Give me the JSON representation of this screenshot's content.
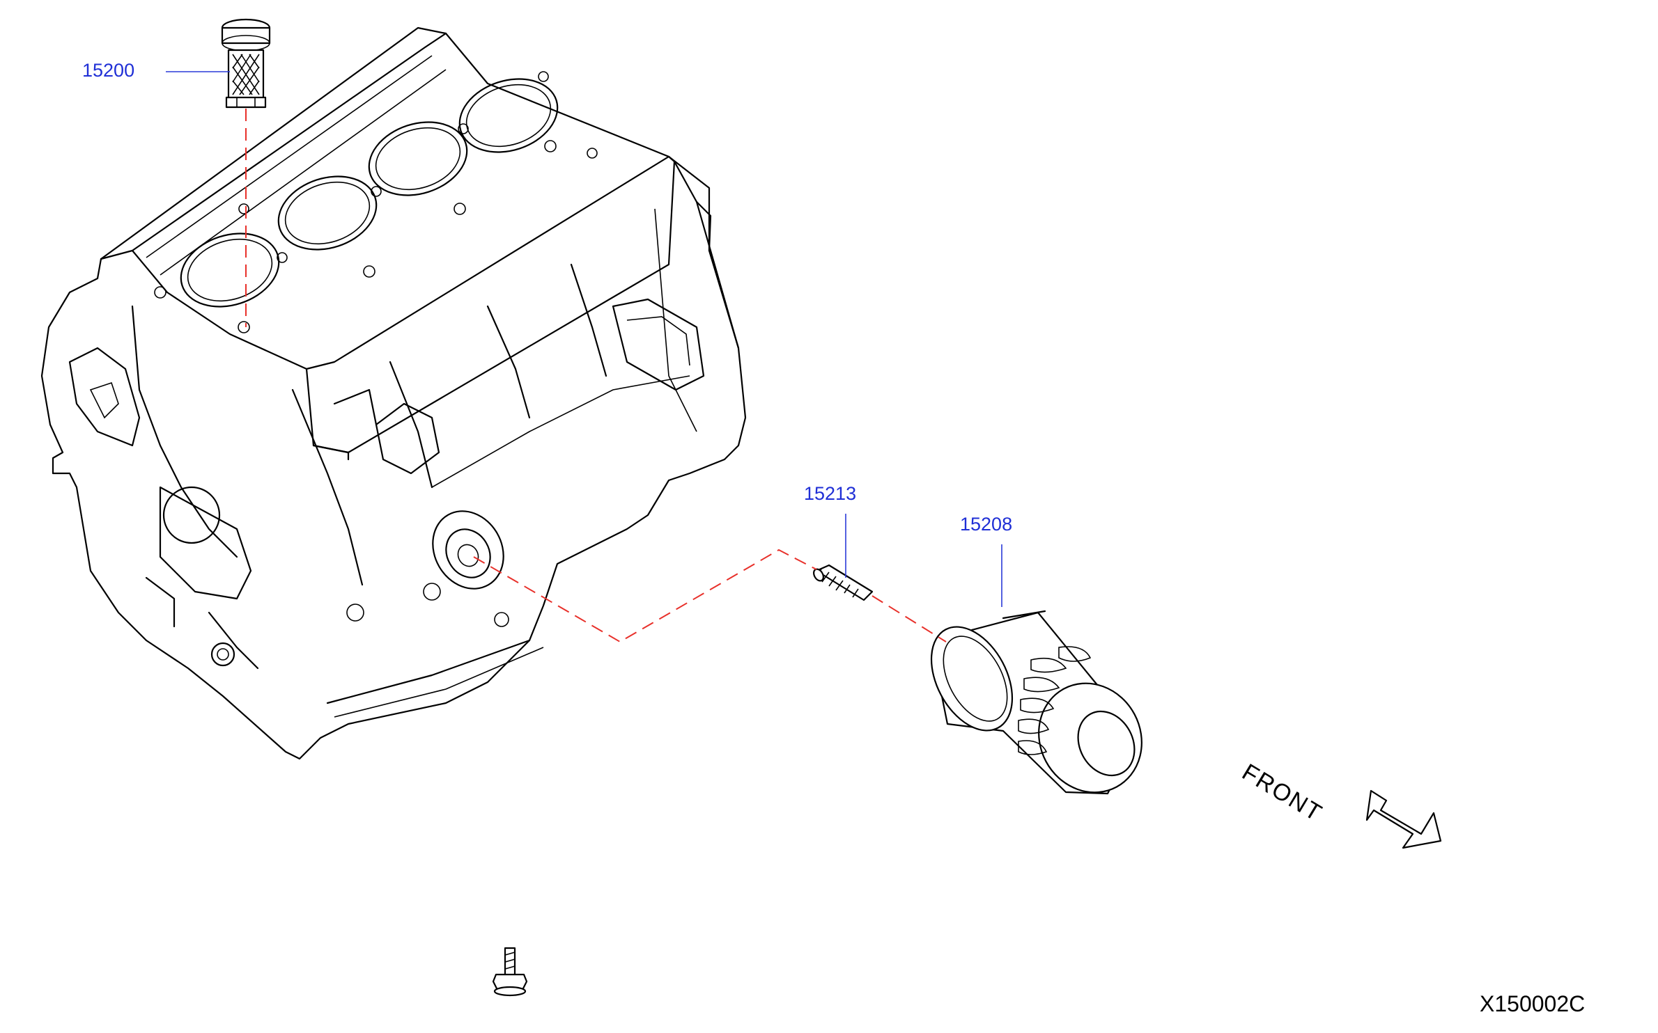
{
  "parts": {
    "strainer": "15200",
    "stud": "15213",
    "oil_filter": "15208"
  },
  "front_label": "FRONT",
  "diagram_code": "X150002C",
  "colors": {
    "callout": "#1f2fd6",
    "leader": "#2a3ad8",
    "reference_dash": "#e8302a",
    "line": "#000000"
  },
  "icons": {
    "front_arrow": "front-arrow-icon"
  }
}
